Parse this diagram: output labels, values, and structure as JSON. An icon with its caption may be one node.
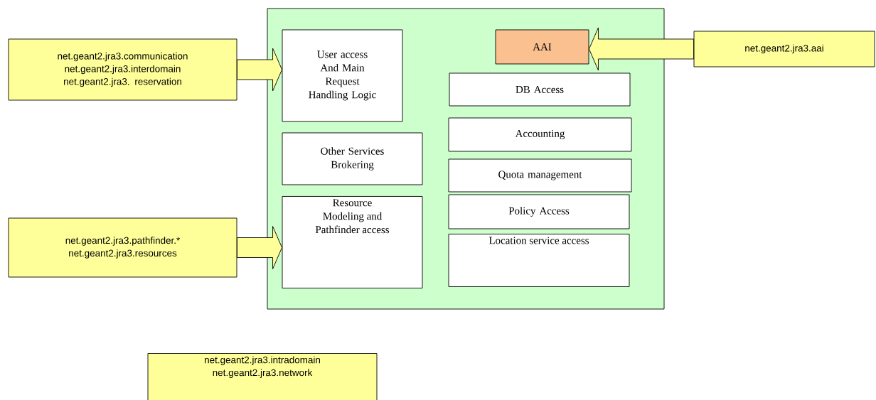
{
  "diagram": {
    "nodes": [
      {
        "text": [],
        "shape": "box"
      },
      {
        "text": [
          "User access And Main Request Handling Logic"
        ],
        "in": 0
      },
      {
        "text": [
          "Other Services Brokering"
        ],
        "in": 0
      },
      {
        "text": [
          "Resource Modeling and Pathfinder access"
        ],
        "in": 0
      },
      {
        "text": [
          "AAI"
        ],
        "in": 0
      },
      {
        "text": [
          "DB Access"
        ],
        "in": 0
      },
      {
        "text": [
          "Accounting"
        ],
        "in": 0
      },
      {
        "text": [
          "Quota management"
        ],
        "in": 0
      },
      {
        "text": [
          "Policy Access"
        ],
        "in": 0
      },
      {
        "text": [
          "Location service access"
        ],
        "in": 0
      },
      {
        "text": [
          "net.geant2.jra3.communication",
          "net.geant2.jra3.interdomain",
          "net.geant2.jra3. reservation"
        ]
      },
      {
        "text": [
          "net.geant2.jra3.pathfinder.*",
          "net.geant2.jra3.resources"
        ]
      },
      {
        "text": [
          "net.geant2.jra3.aai"
        ]
      },
      {
        "text": [
          "net.geant2.jra3.intradomain",
          "net.geant2.jra3.network"
        ]
      }
    ],
    "edges": [
      {
        "from": 10,
        "to": 1,
        "arrow": "to"
      },
      {
        "from": 11,
        "to": 3,
        "arrow": "to"
      },
      {
        "from": 12,
        "to": 4,
        "arrow": "to"
      }
    ]
  }
}
